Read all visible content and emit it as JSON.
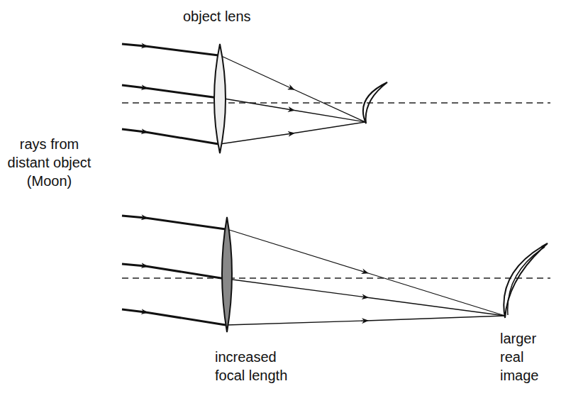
{
  "diagram": {
    "labels": [
      "object lens",
      "rays from distant object (Moon)",
      "increased focal length",
      "larger real image"
    ]
  }
}
